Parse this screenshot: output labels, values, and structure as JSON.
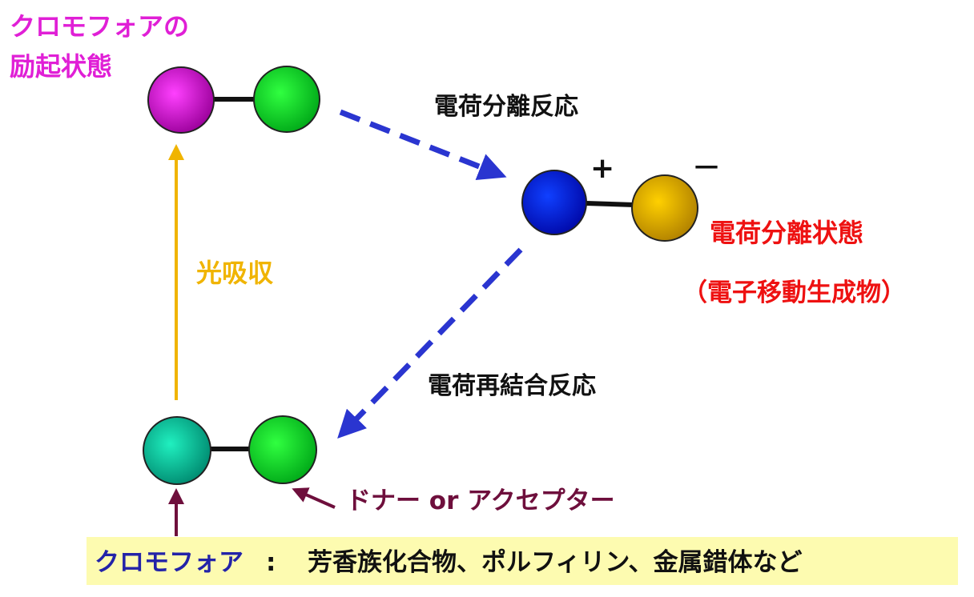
{
  "labels": {
    "excited_state_line1": "クロモフォアの",
    "excited_state_line2": "励起状態",
    "charge_separation_reaction": "電荷分離反応",
    "charge_separated_state": "電荷分離状態",
    "electron_transfer_product": "（電子移動生成物）",
    "light_absorption": "光吸収",
    "charge_recombination_reaction": "電荷再結合反応",
    "donor_acceptor": "ドナー or アクセプター",
    "plus_sign": "+",
    "minus_sign": "－"
  },
  "footer": {
    "term": "クロモフォア",
    "colon": ":",
    "examples": "芳香族化合物、ポルフィリン、金属錯体など"
  },
  "colors": {
    "magenta_label": "#e01fd6",
    "red_label": "#ee1111",
    "light_arrow": "#f0b400",
    "dashed_arrow": "#2a35d0",
    "donor_arrow": "#6e0f3c",
    "footer_bg": "#fdfbb0",
    "footer_term": "#2323a8",
    "chromophore_excited": "#c000c0",
    "chromophore_ground": "#00b89a",
    "partner_green": "#00d020",
    "cation_blue": "#0010d8",
    "anion_gold": "#d8a400"
  }
}
